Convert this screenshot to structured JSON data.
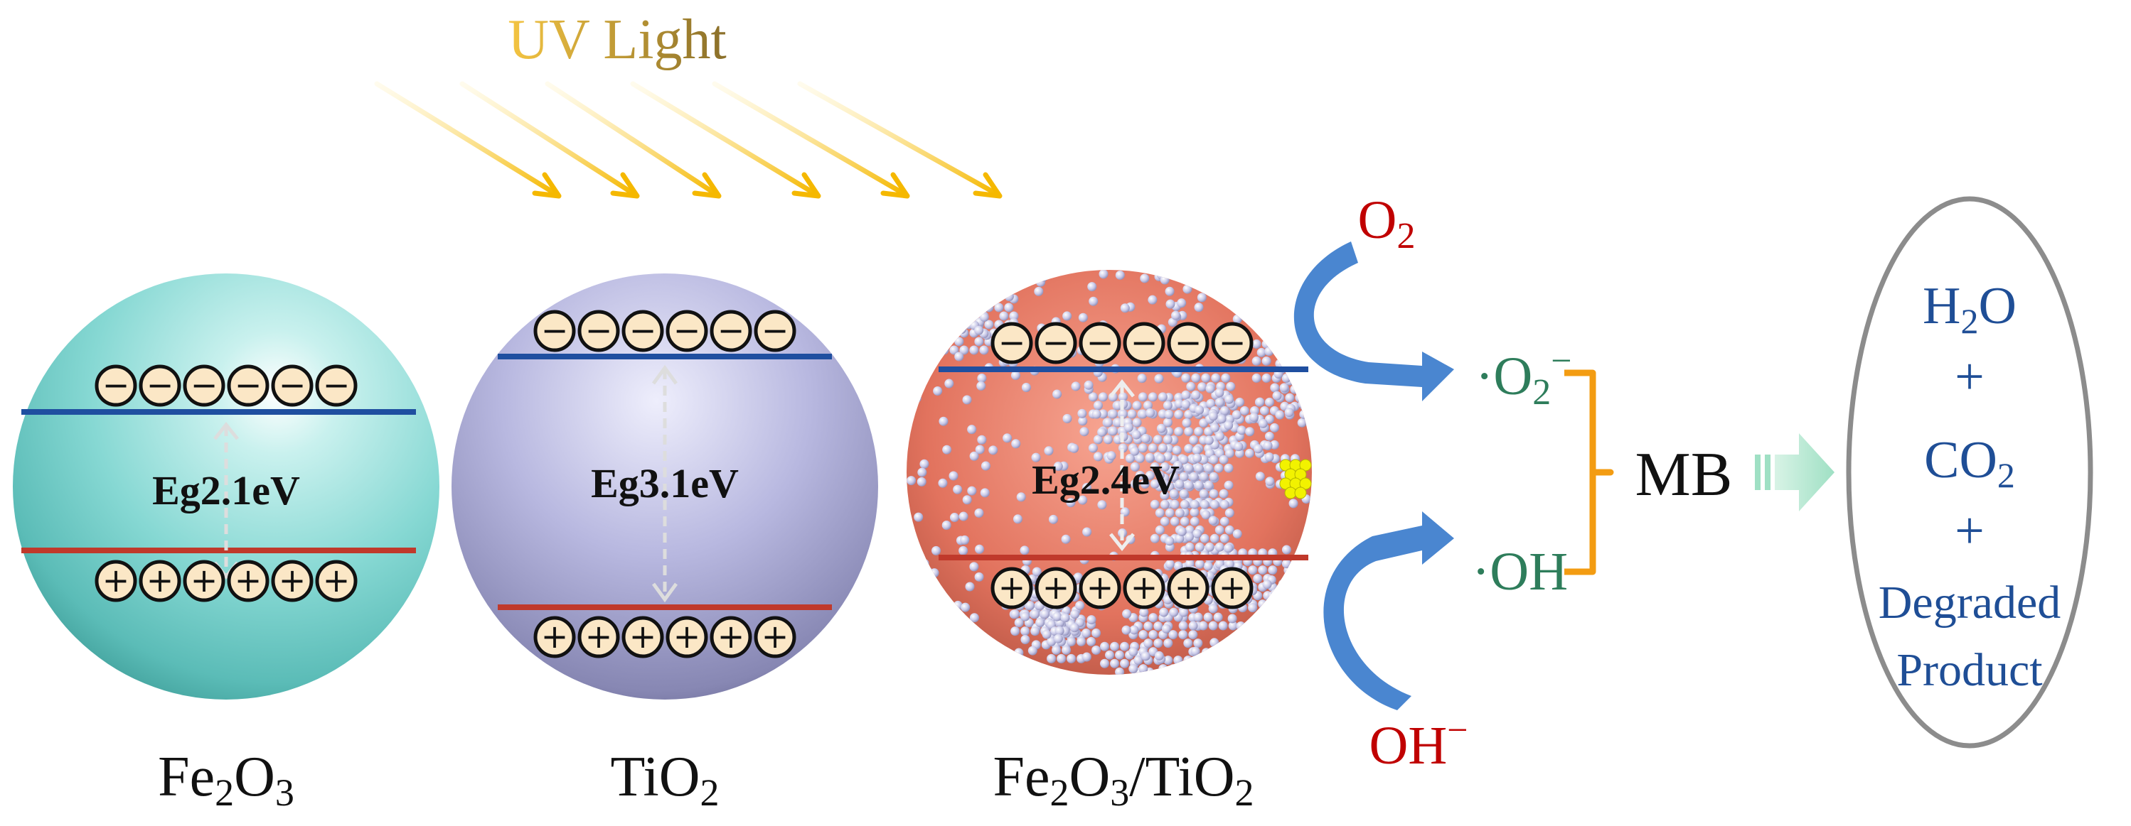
{
  "light": {
    "label": "UV Light",
    "color": "#f5c542"
  },
  "spheres": [
    {
      "id": "fe2o3",
      "label_main": "Fe",
      "label_sub1": "2",
      "label_mid": "O",
      "label_sub2": "3",
      "label_tail": "",
      "label_sub3": "",
      "gap": "Eg2.1eV"
    },
    {
      "id": "tio2",
      "label_main": "TiO",
      "label_sub1": "2",
      "label_mid": "",
      "label_sub2": "",
      "label_tail": "",
      "label_sub3": "",
      "gap": "Eg3.1eV"
    },
    {
      "id": "composite",
      "label_main": "Fe",
      "label_sub1": "2",
      "label_mid": "O",
      "label_sub2": "3",
      "label_tail": "/TiO",
      "label_sub3": "2",
      "gap": "Eg2.4eV"
    }
  ],
  "charges": {
    "electron": "−",
    "hole": "+"
  },
  "species": {
    "o2": {
      "base": "O",
      "sub": "2"
    },
    "superoxide": {
      "prefix": "·",
      "base": "O",
      "sub": "2",
      "sup": "−"
    },
    "hydroxyl": {
      "text": "·OH"
    },
    "hydroxide": {
      "base": "OH",
      "sup": "−"
    },
    "mb": "MB"
  },
  "products": {
    "h2o": {
      "base": "H",
      "sub": "2",
      "tail": "O"
    },
    "plus1": "+",
    "co2": {
      "base": "CO",
      "sub": "2"
    },
    "plus2": "+",
    "line1": "Degraded",
    "line2": "Product"
  },
  "colors": {
    "red_text": "#c00000",
    "green_text": "#2e7d5b",
    "blue_text": "#1f4e96",
    "cb_line": "#1f4fa0",
    "vb_line": "#c0392b",
    "bracket": "#f39c12",
    "curve_arrow": "#4a86d0"
  }
}
